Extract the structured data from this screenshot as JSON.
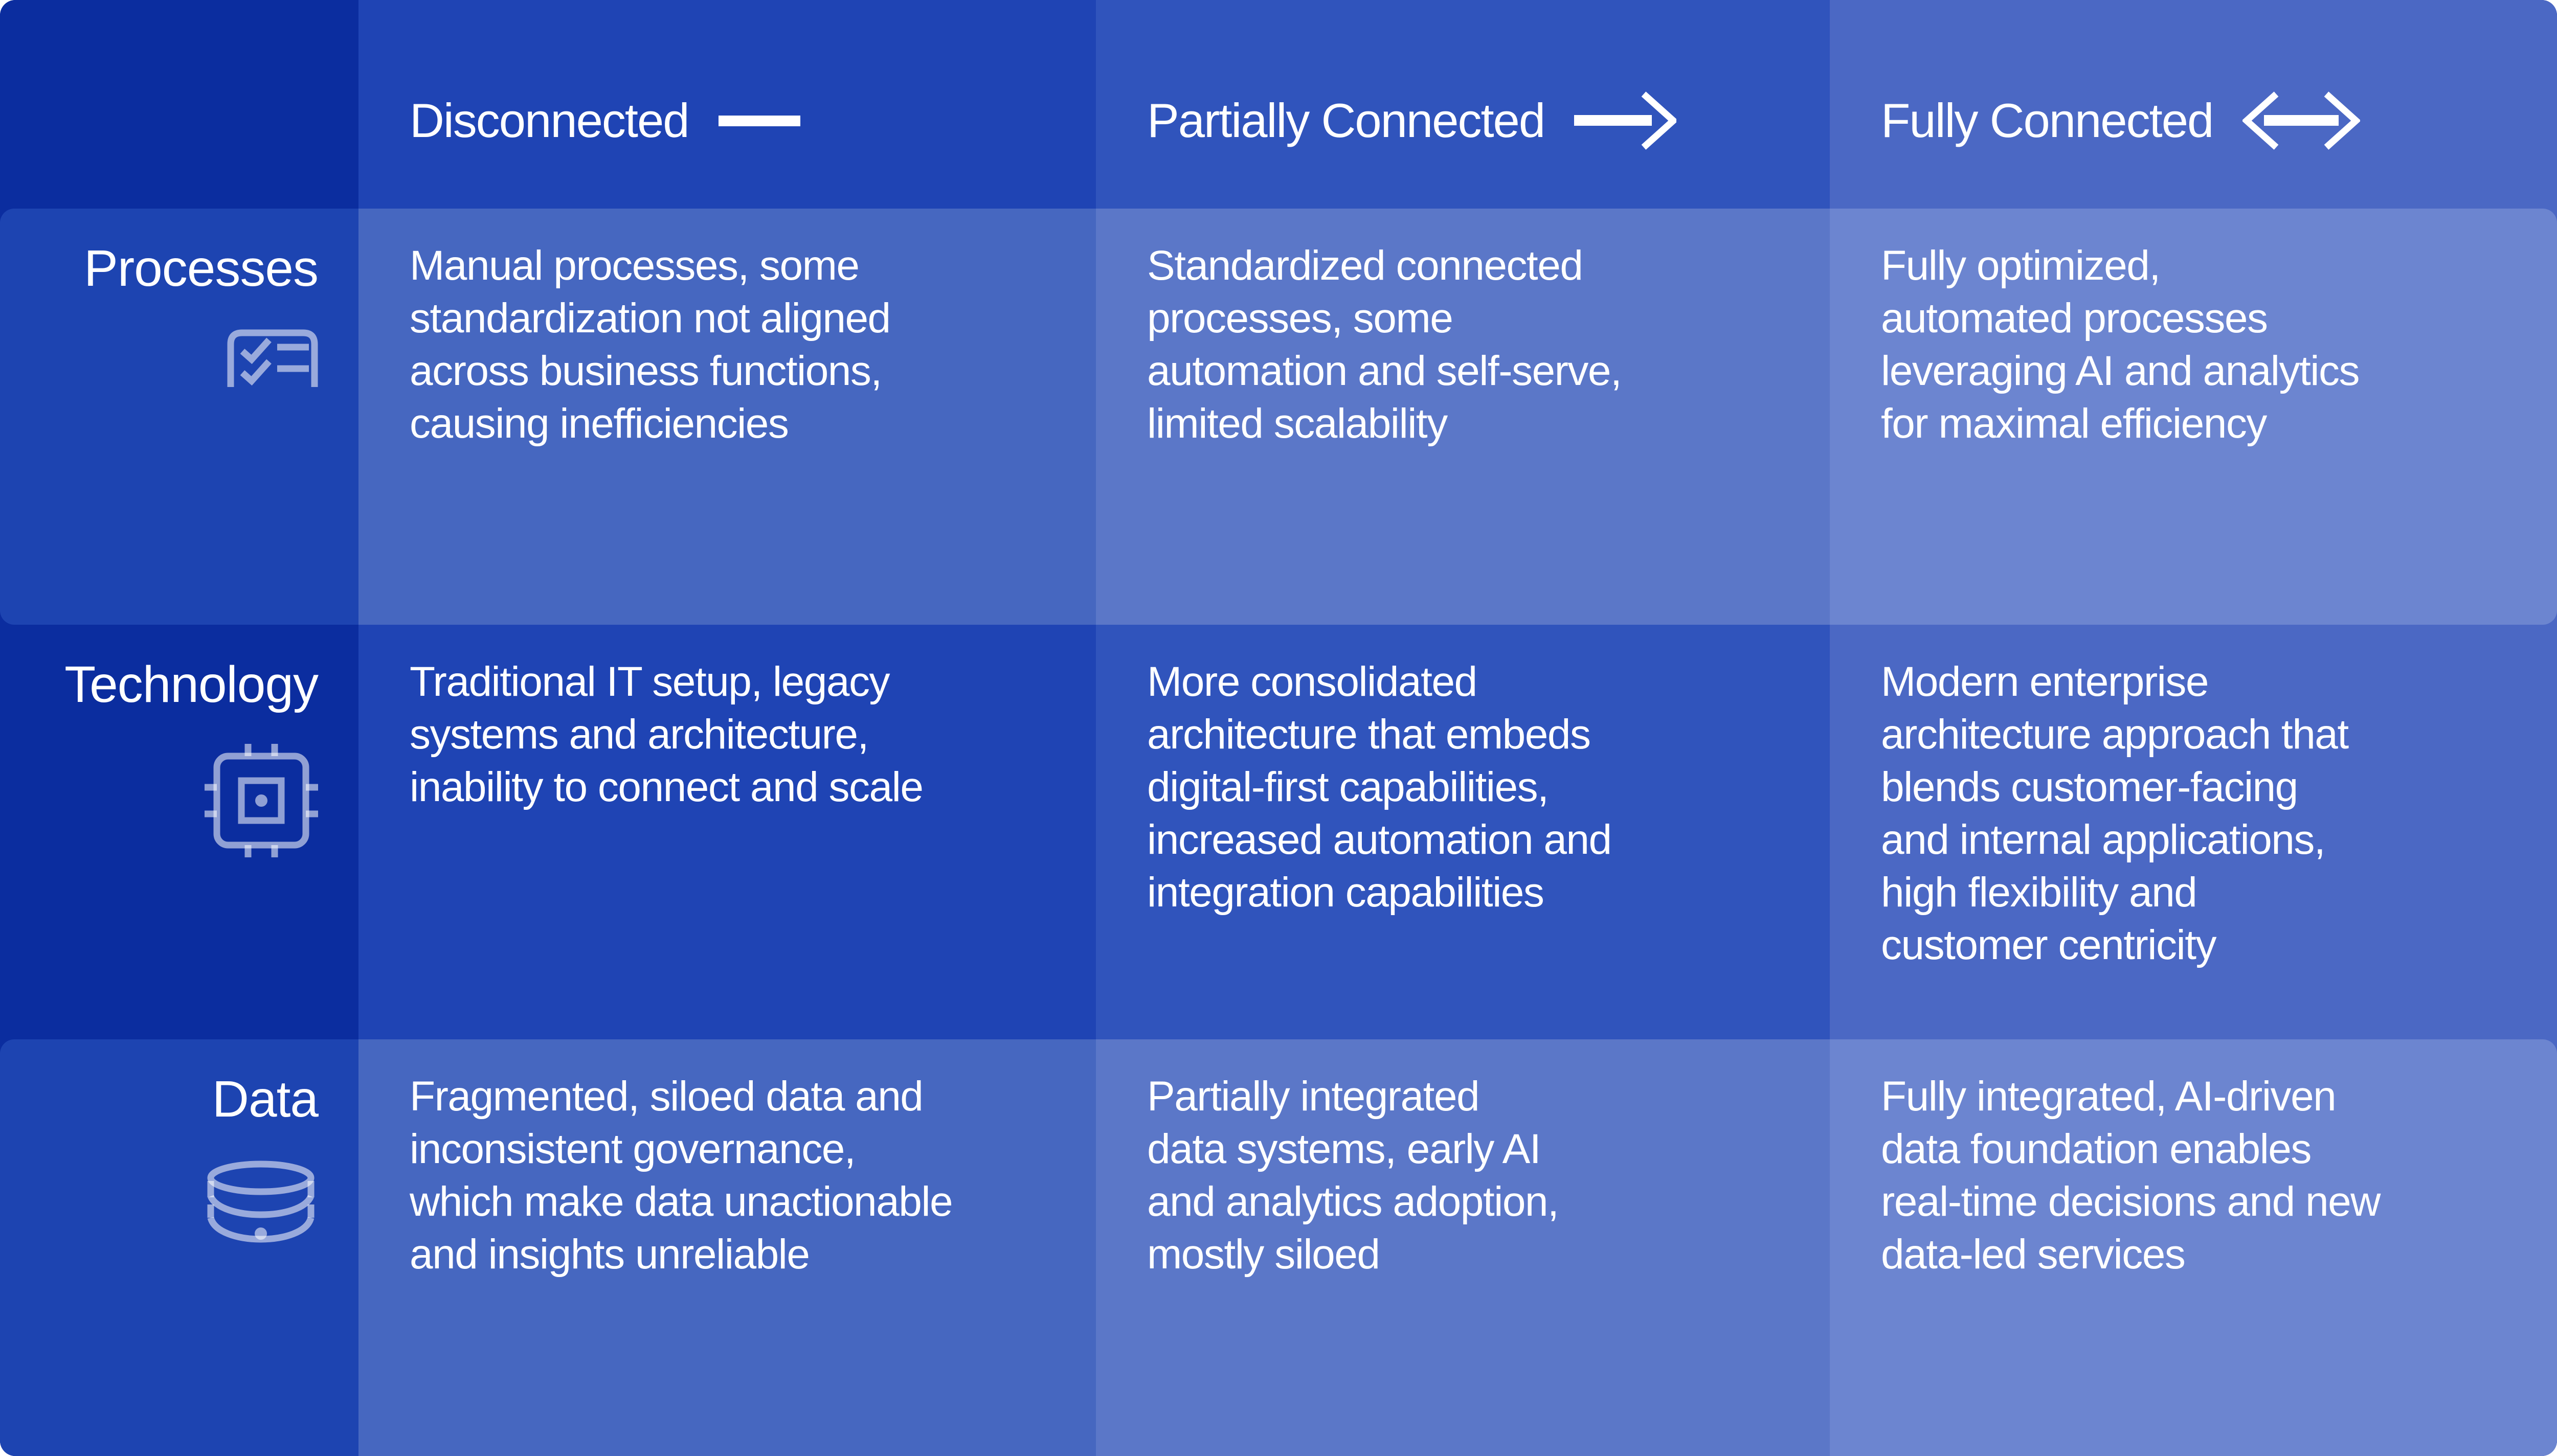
{
  "matrix": {
    "columns": [
      {
        "id": "disconnected",
        "label": "Disconnected",
        "arrow_icon": "dash-icon"
      },
      {
        "id": "partially-connected",
        "label": "Partially Connected",
        "arrow_icon": "arrow-right-icon"
      },
      {
        "id": "fully-connected",
        "label": "Fully Connected",
        "arrow_icon": "arrow-left-right-icon"
      }
    ],
    "rows": [
      {
        "id": "processes",
        "label": "Processes",
        "icon": "checklist-icon",
        "cells": [
          "Manual processes, some\nstandardization not aligned\nacross business functions,\ncausing inefficiencies",
          "Standardized connected\nprocesses, some\nautomation and self-serve,\nlimited scalability",
          "Fully optimized,\nautomated processes\nleveraging AI and analytics\nfor maximal efficiency"
        ]
      },
      {
        "id": "technology",
        "label": "Technology",
        "icon": "chip-icon",
        "cells": [
          "Traditional IT setup, legacy\nsystems and architecture,\ninability to connect and scale",
          "More consolidated\narchitecture that embeds\ndigital-first capabilities,\nincreased automation and\nintegration capabilities",
          "Modern enterprise\narchitecture approach that\nblends customer-facing\nand internal applications,\nhigh flexibility and\ncustomer centricity"
        ]
      },
      {
        "id": "data",
        "label": "Data",
        "icon": "database-icon",
        "cells": [
          "Fragmented, siloed data and\ninconsistent governance,\nwhich make data unactionable\nand insights unreliable",
          "Partially integrated\ndata systems, early AI\nand analytics adoption,\nmostly siloed",
          "Fully integrated, AI-driven\ndata foundation enables\nreal-time decisions and new\ndata-led services"
        ]
      }
    ]
  },
  "colors": {
    "column_base": [
      "#0B2D9F",
      "#1F44B4",
      "#3054BC",
      "#4B68C4"
    ],
    "column_highlight_rows": [
      "#1D44B1",
      "#4667C0",
      "#5B77C8",
      "#6C85D0"
    ],
    "text": "#FFFFFF",
    "icon_stroke": "rgba(255,255,255,0.55)"
  }
}
